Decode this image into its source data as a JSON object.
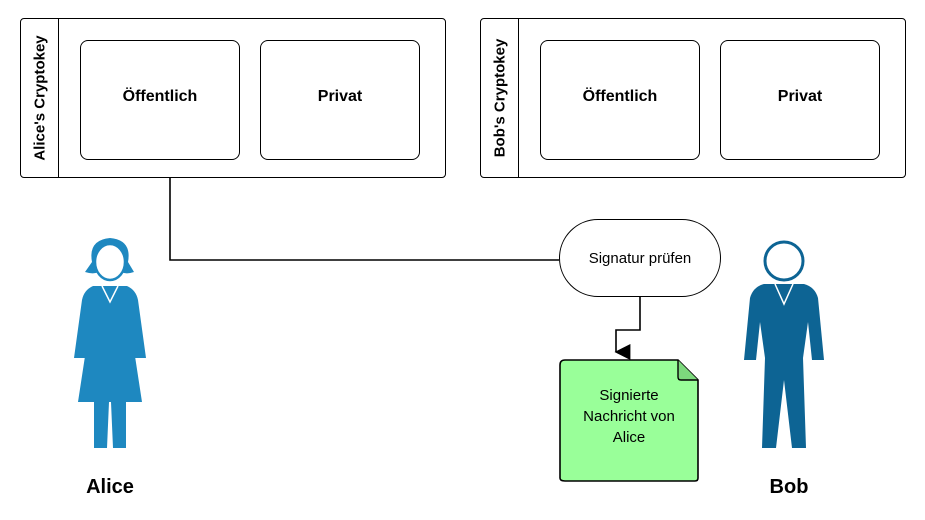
{
  "pools": [
    {
      "title": "Alice's Cryptokey",
      "public_label": "Öffentlich",
      "private_label": "Privat"
    },
    {
      "title": "Bob's Cryptokey",
      "public_label": "Öffentlich",
      "private_label": "Privat"
    }
  ],
  "process": {
    "label": "Signatur prüfen"
  },
  "document": {
    "line1": "Signierte",
    "line2": "Nachricht von",
    "line3": "Alice",
    "fill": "#99ff99"
  },
  "people": [
    {
      "name": "Alice",
      "color": "#1e88c0"
    },
    {
      "name": "Bob",
      "color": "#0d6494"
    }
  ]
}
